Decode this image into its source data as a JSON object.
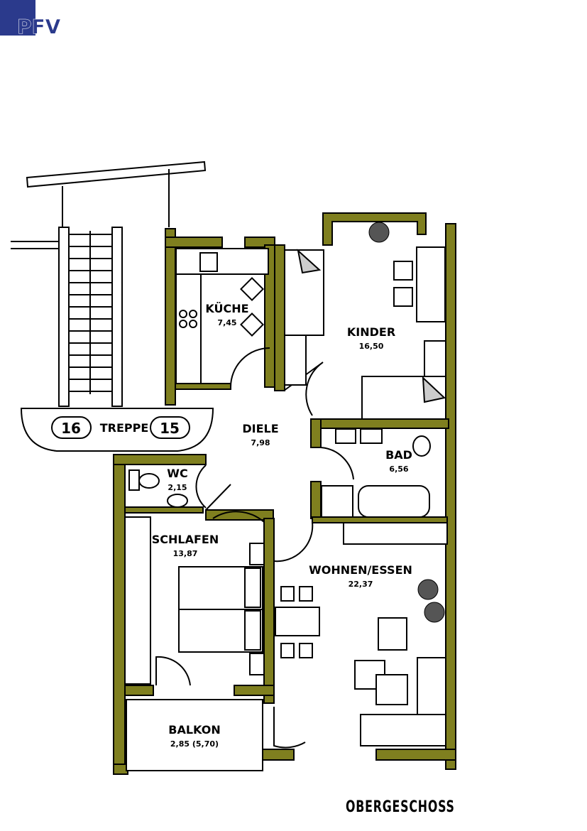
{
  "logo": {
    "text": "PFV",
    "color": "#2b3a8c"
  },
  "wall_color": "#7f7f1f",
  "plan_title": "OBERGESCHOSS",
  "rooms": [
    {
      "name": "KÜCHE",
      "area": "7,45"
    },
    {
      "name": "KINDER",
      "area": "16,50"
    },
    {
      "name": "DIELE",
      "area": "7,98"
    },
    {
      "name": "BAD",
      "area": "6,56"
    },
    {
      "name": "WC",
      "area": "2,15"
    },
    {
      "name": "SCHLAFEN",
      "area": "13,87"
    },
    {
      "name": "WOHNEN/ESSEN",
      "area": "22,37"
    },
    {
      "name": "BALKON",
      "area": "2,85  (5,70)"
    }
  ],
  "stair": {
    "label": "TREPPE",
    "left_number": "16",
    "right_number": "15"
  }
}
